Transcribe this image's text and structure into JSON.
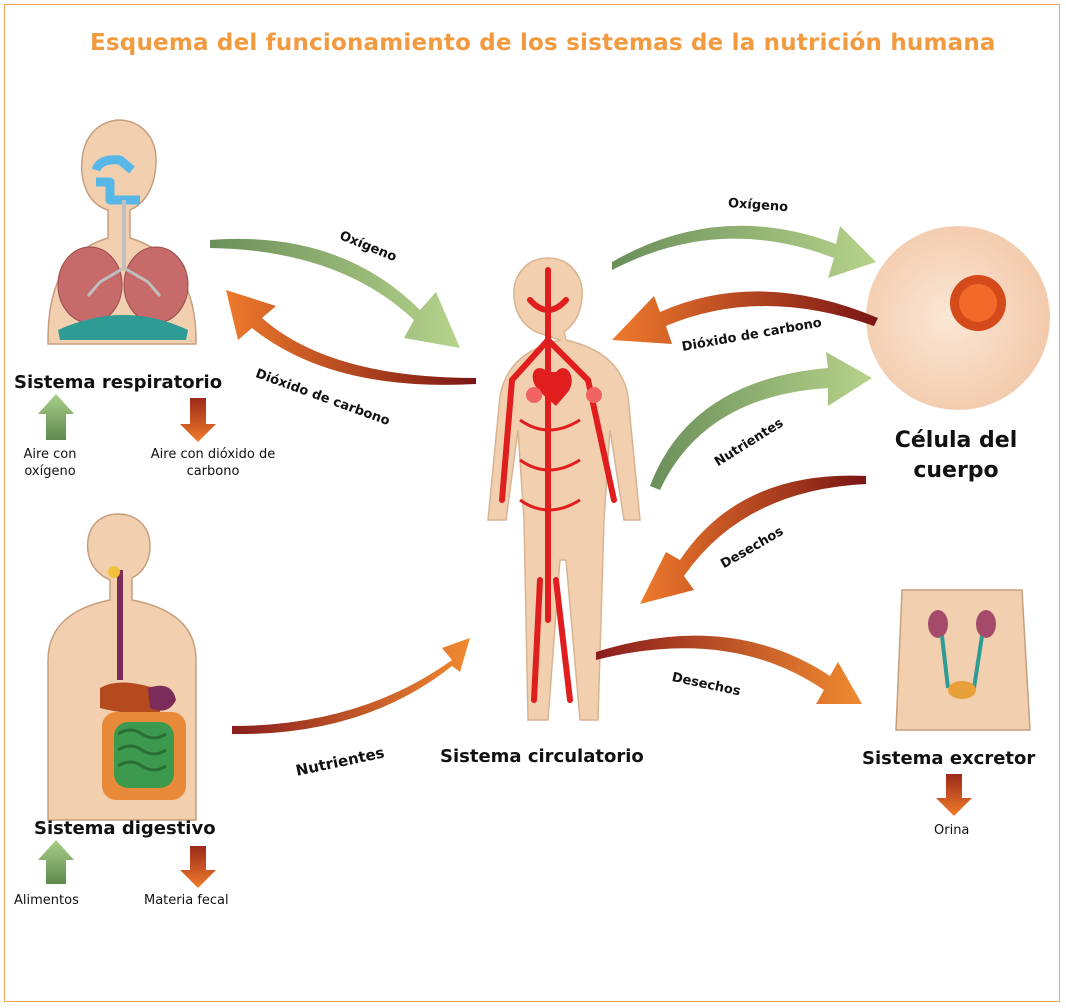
{
  "title": "Esquema del funcionamiento de los sistemas de la nutrición humana",
  "colors": {
    "accent": "#f29a3f",
    "frame": "#f0a657",
    "skin": "#f2cfae",
    "artery": "#e01e1e",
    "arrow_green": "#a4c37a",
    "arrow_orange": "#e8762b",
    "arrow_dark": "#8a1d1d"
  },
  "respiratorio": {
    "label": "Sistema respiratorio",
    "in": "Aire con oxígeno",
    "out": "Aire con dióxido de carbono"
  },
  "digestivo": {
    "label": "Sistema digestivo",
    "in": "Alimentos",
    "out": "Materia fecal"
  },
  "circulatorio": {
    "label": "Sistema circulatorio"
  },
  "celula": {
    "label_line1": "Célula del",
    "label_line2": "cuerpo"
  },
  "excretor": {
    "label": "Sistema excretor",
    "out": "Orina"
  },
  "arrows": {
    "resp_to_circ": "Oxígeno",
    "circ_to_resp": "Dióxido de carbono",
    "circ_to_cell": "Oxígeno",
    "cell_to_circ": "Dióxido de carbono",
    "circ_to_cell_nutr": "Nutrientes",
    "cell_to_circ_waste": "Desechos",
    "dig_to_circ": "Nutrientes",
    "circ_to_exc": "Desechos"
  }
}
